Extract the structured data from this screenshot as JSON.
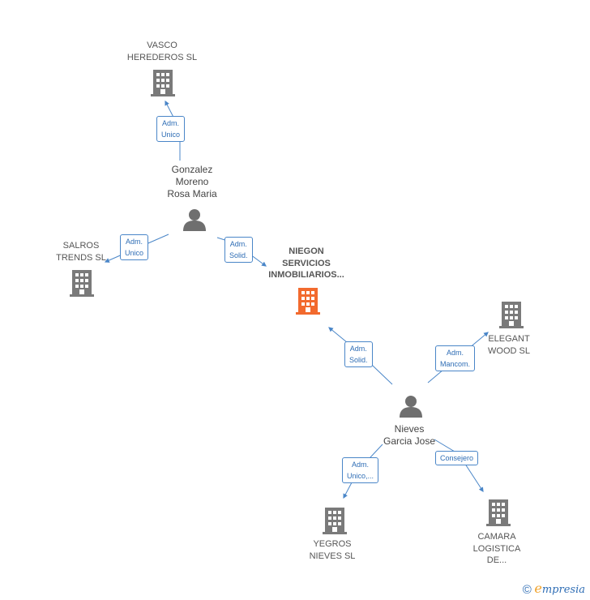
{
  "nodes": {
    "vasco": [
      "VASCO",
      "HEREDEROS SL"
    ],
    "gonzalez": [
      "Gonzalez",
      "Moreno",
      "Rosa Maria"
    ],
    "salros": [
      "SALROS",
      "TRENDS SL"
    ],
    "niegon": [
      "NIEGON",
      "SERVICIOS",
      "INMOBILIARIOS..."
    ],
    "elegant": [
      "ELEGANT",
      "WOOD SL"
    ],
    "nieves": [
      "Nieves",
      "Garcia Jose"
    ],
    "yegros": [
      "YEGROS",
      "NIEVES SL"
    ],
    "camara": [
      "CAMARA",
      "LOGISTICA",
      "DE..."
    ]
  },
  "edges": {
    "gonzalez_vasco": [
      "Adm.",
      "Unico"
    ],
    "gonzalez_salros": [
      "Adm.",
      "Unico"
    ],
    "gonzalez_niegon": [
      "Adm.",
      "Solid."
    ],
    "nieves_niegon": [
      "Adm.",
      "Solid."
    ],
    "nieves_elegant": [
      "Adm.",
      "Mancom."
    ],
    "nieves_yegros": [
      "Adm.",
      "Unico,..."
    ],
    "nieves_camara": [
      "Consejero"
    ]
  },
  "colors": {
    "edge": "#4a86c8",
    "building": "#7a7a7a",
    "main_building": "#f26a2e",
    "person": "#6f6f6f"
  },
  "icons": {
    "company": "building-icon",
    "person": "person-icon"
  },
  "footer": {
    "copyright": "©",
    "brand_initial": "e",
    "brand_rest": "mpresia"
  }
}
